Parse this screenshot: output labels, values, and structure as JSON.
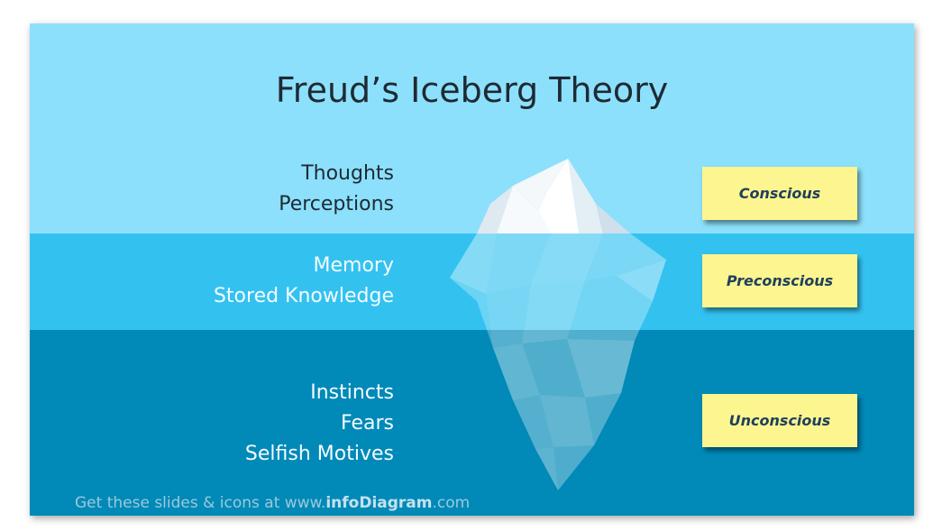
{
  "title": "Freud’s Iceberg Theory",
  "levels": [
    {
      "lines": [
        "Thoughts",
        "Perceptions"
      ],
      "note": "Conscious"
    },
    {
      "lines": [
        "Memory",
        "Stored Knowledge"
      ],
      "note": "Preconscious"
    },
    {
      "lines": [
        "Instincts",
        "Fears",
        "Selfish Motives"
      ],
      "note": "Unconscious"
    }
  ],
  "footer": {
    "prefix": "Get these slides & icons at www.",
    "brand": "infoDiagram",
    "suffix": ".com"
  },
  "colors": {
    "conscious_band": "#8ce0fc",
    "preconscious_band": "#33c2f0",
    "unconscious_band": "#0189b8",
    "note": "#fdf58f",
    "note_text": "#1f3f5c"
  }
}
